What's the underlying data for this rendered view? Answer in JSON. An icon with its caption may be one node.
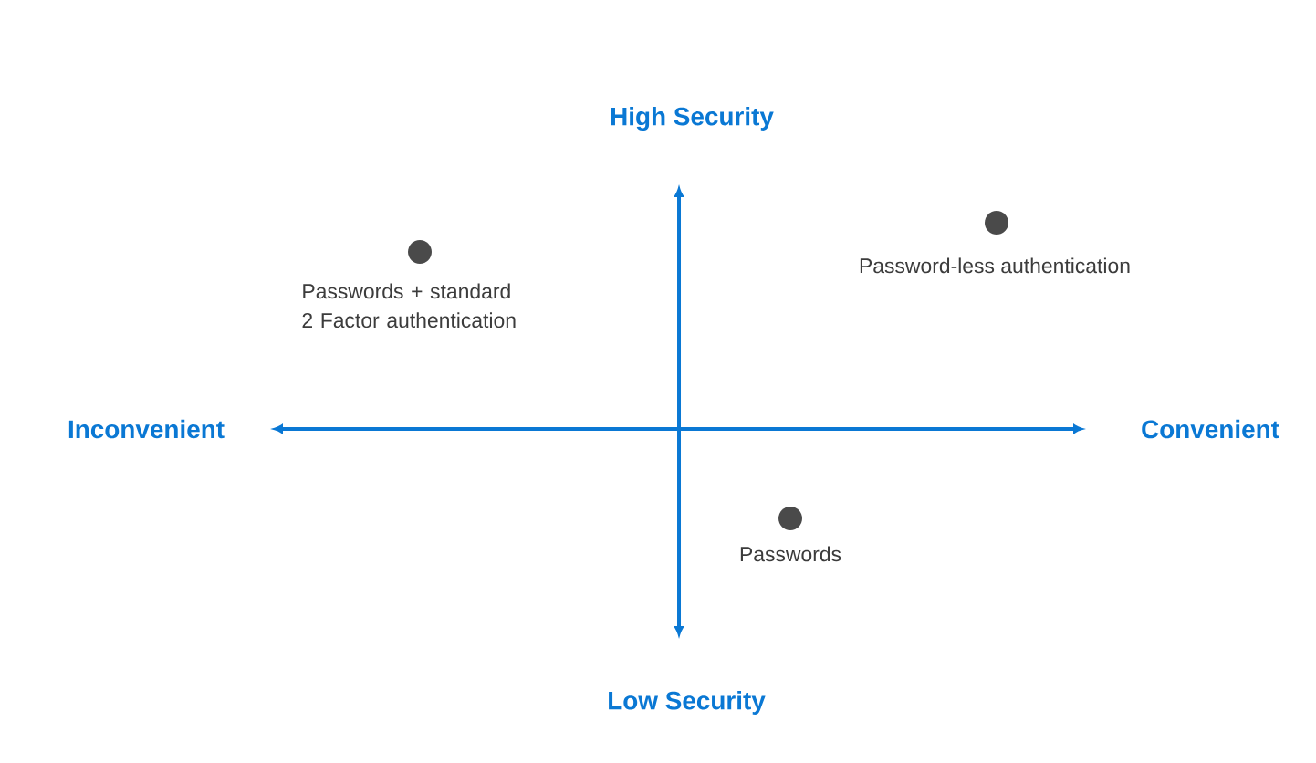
{
  "diagram": {
    "nodes": [
      {
        "text": [],
        "shape": "circle",
        "beside": [
          "Passwords + standard 2 Factor authentication"
        ]
      },
      {
        "text": [],
        "shape": "circle",
        "beside": [
          "Password-less authentication"
        ]
      },
      {
        "text": [],
        "shape": "circle",
        "beside": [
          "Passwords"
        ]
      }
    ],
    "labels": [
      "High Security",
      "Inconvenient",
      "Convenient",
      "Low Security"
    ]
  }
}
